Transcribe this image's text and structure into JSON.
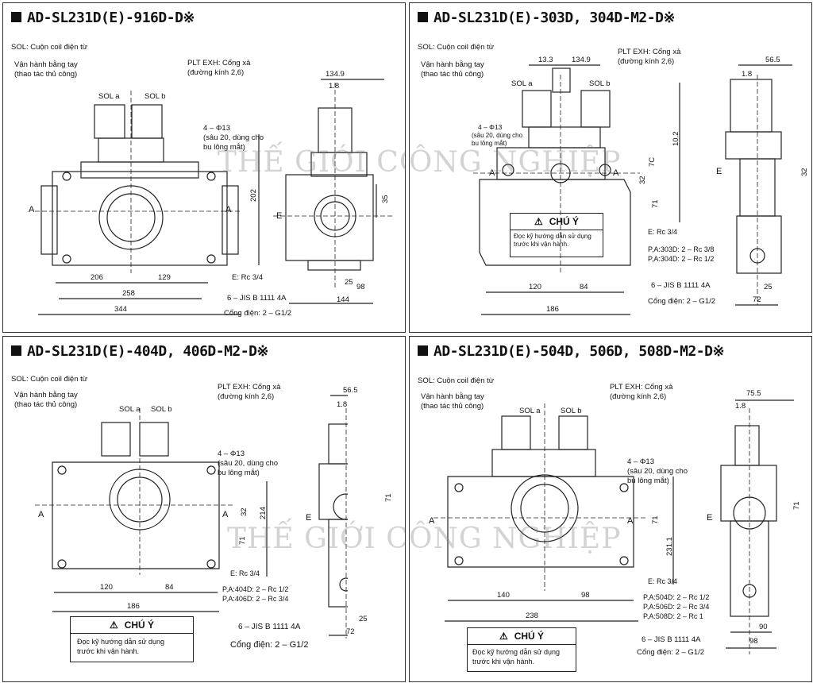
{
  "watermark": "THẾ GIỚI CÔNG NGHIỆP",
  "common": {
    "sol": "SOL: Cuộn coil điện từ",
    "manual1": "Vận hành bằng tay",
    "manual2": "(thao tác thủ công)",
    "plt1": "PLT EXH: Cổng xả",
    "plt2": "(đường kính 2,6)",
    "hole1": "4 – Φ13",
    "hole2": "(sâu 20, dùng cho",
    "hole3": "bu lông mắt)",
    "sola": "SOL a",
    "solb": "SOL b",
    "e_port": "E: Rc 3/4",
    "jis": "6 – JIS B 1111 4A",
    "elec": "Cổng điện: 2 – G1/2",
    "port_a": "A",
    "port_e": "E",
    "caution_title": "CHÚ Ý",
    "caution1": "Đọc kỹ hướng dẫn sử dụng",
    "caution2": "trước khi vận hành."
  },
  "panels": [
    {
      "title": "AD-SL231D(E)-916D-D※",
      "dims": {
        "d134": "134.9",
        "d18": "1.8",
        "d202": "202",
        "d35": "35",
        "d206": "206",
        "d129": "129",
        "d258": "258",
        "d344": "344",
        "d25": "25",
        "d98": "98",
        "d144": "144"
      }
    },
    {
      "title": "AD-SL231D(E)-303D, 304D-M2-D※",
      "dims": {
        "d133": "13.3",
        "d1349": "134.9",
        "d565": "56.5",
        "d18": "1.8",
        "d102": "10.2",
        "d7": "7C",
        "d32": "32",
        "d71": "71",
        "d32b": "32",
        "d120": "120",
        "d84": "84",
        "d186": "186",
        "d25": "25",
        "d72": "72"
      },
      "ports": [
        "P,A:303D: 2 – Rc 3/8",
        "P,A:304D: 2 – Rc 1/2"
      ]
    },
    {
      "title": "AD-SL231D(E)-404D, 406D-M2-D※",
      "dims": {
        "d565": "56.5",
        "d18": "1.8",
        "d32": "32",
        "d214": "214",
        "d71": "71",
        "d71b": "71",
        "d120": "120",
        "d84": "84",
        "d186": "186",
        "d25": "25",
        "d72": "72"
      },
      "ports": [
        "P,A:404D: 2 – Rc 1/2",
        "P,A:406D: 2 – Rc 3/4"
      ],
      "elec": "Cổng điện: 2 – G1/2"
    },
    {
      "title": "AD-SL231D(E)-504D, 506D, 508D-M2-D※",
      "dims": {
        "d755": "75.5",
        "d18": "1.8",
        "d71": "71",
        "d2311": "231.1",
        "d71b": "71",
        "d140": "140",
        "d98": "98",
        "d238": "238",
        "d90": "90",
        "d98b": "98"
      },
      "ports": [
        "P,A:504D: 2 – Rc 1/2",
        "P,A:506D: 2 – Rc 3/4",
        "P,A:508D: 2 – Rc 1"
      ]
    }
  ]
}
